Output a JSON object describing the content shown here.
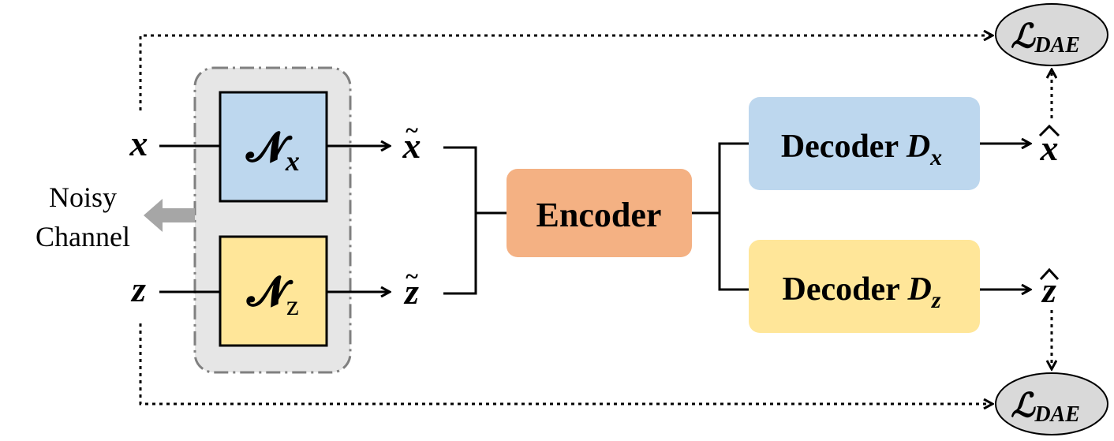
{
  "inputs": {
    "x": "x",
    "z": "z"
  },
  "noisy_channel": {
    "line1": "Noisy",
    "line2": "Channel",
    "block_x": {
      "symbol": "𝓝",
      "sub": "x"
    },
    "block_z": {
      "symbol": "𝓝",
      "sub": "z"
    }
  },
  "noisy_outputs": {
    "x_tilde": "x",
    "z_tilde": "z"
  },
  "encoder": {
    "label": "Encoder"
  },
  "decoders": {
    "x": {
      "prefix": "Decoder ",
      "var": "D",
      "sub": "x"
    },
    "z": {
      "prefix": "Decoder ",
      "var": "D",
      "sub": "z"
    }
  },
  "reconstructions": {
    "x_hat": "x",
    "z_hat": "z"
  },
  "losses": {
    "top": {
      "symbol": "ℒ",
      "sub": "DAE"
    },
    "bottom": {
      "symbol": "ℒ",
      "sub": "DAE"
    }
  },
  "colors": {
    "channel_bg": "#e6e6e6",
    "channel_border": "#808080",
    "n_x_fill": "#bdd7ee",
    "n_z_fill": "#ffe699",
    "encoder_fill": "#f4b183",
    "decoder_x_fill": "#bdd7ee",
    "decoder_z_fill": "#ffe699",
    "loss_fill": "#d9d9d9",
    "arrow_gray": "#a6a6a6",
    "line": "#000000"
  }
}
